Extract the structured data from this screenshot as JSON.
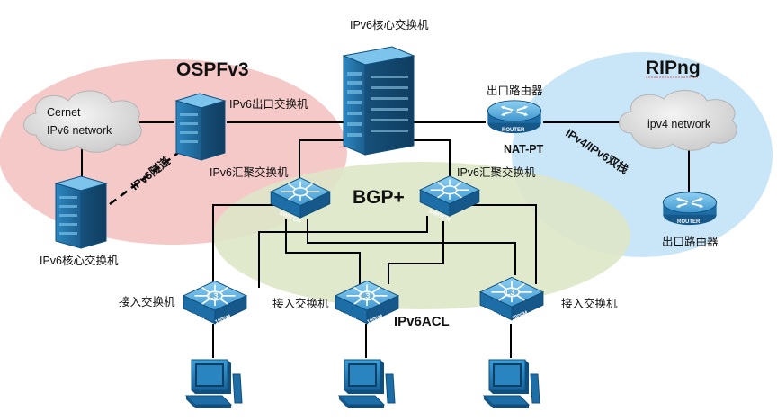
{
  "zones": {
    "ospf": "OSPFv3",
    "ripng": "RIPng",
    "bgp": "BGP+",
    "acl": "IPv6ACL"
  },
  "clouds": {
    "cernet_line1": "Cernet",
    "cernet_line2": "IPv6 network",
    "ipv4": "ipv4 network"
  },
  "devices": {
    "core_top": "IPv6核心交换机",
    "exit_switch": "IPv6出口交换机",
    "core_left": "IPv6核心交换机",
    "agg_left": "IPv6汇聚交换机",
    "agg_right": "IPv6汇聚交换机",
    "router_top": "出口路由器",
    "router_bottom": "出口路由器",
    "access_1": "接入交换机",
    "access_2": "接入交换机",
    "access_3": "接入交换机"
  },
  "links": {
    "tunnel": "IPv6隧道",
    "nat": "NAT-PT",
    "dual_stack": "IPv4/IPv6双栈"
  },
  "device_marks": {
    "switch": "SWITCH",
    "l3": "L3",
    "speed": "1000M",
    "router": "ROUTER"
  },
  "colors": {
    "ospf_zone": "#f6c9c9",
    "ripng_zone": "#c9e6f8",
    "bgp_zone": "#dde6c6",
    "device_blue": "#1e78b4",
    "cloud": "#dcdcdc"
  }
}
